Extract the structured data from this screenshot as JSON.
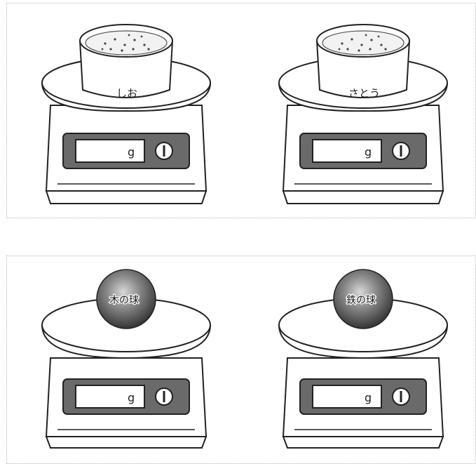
{
  "scales": [
    {
      "id": "salt",
      "object": "container-of-grains",
      "label": "しお",
      "unit": "g",
      "power_symbol": "power-icon"
    },
    {
      "id": "sugar",
      "object": "container-of-grains",
      "label": "さとう",
      "unit": "g",
      "power_symbol": "power-icon"
    },
    {
      "id": "wood",
      "object": "ball",
      "label": "木の球",
      "unit": "g",
      "power_symbol": "power-icon"
    },
    {
      "id": "iron",
      "object": "ball",
      "label": "鉄の球",
      "unit": "g",
      "power_symbol": "power-icon"
    }
  ],
  "colors": {
    "ball_dark": "#3a3a3a",
    "ball_light": "#d8d8d8",
    "display_frame": "#5a5a5a",
    "line": "#222222"
  }
}
